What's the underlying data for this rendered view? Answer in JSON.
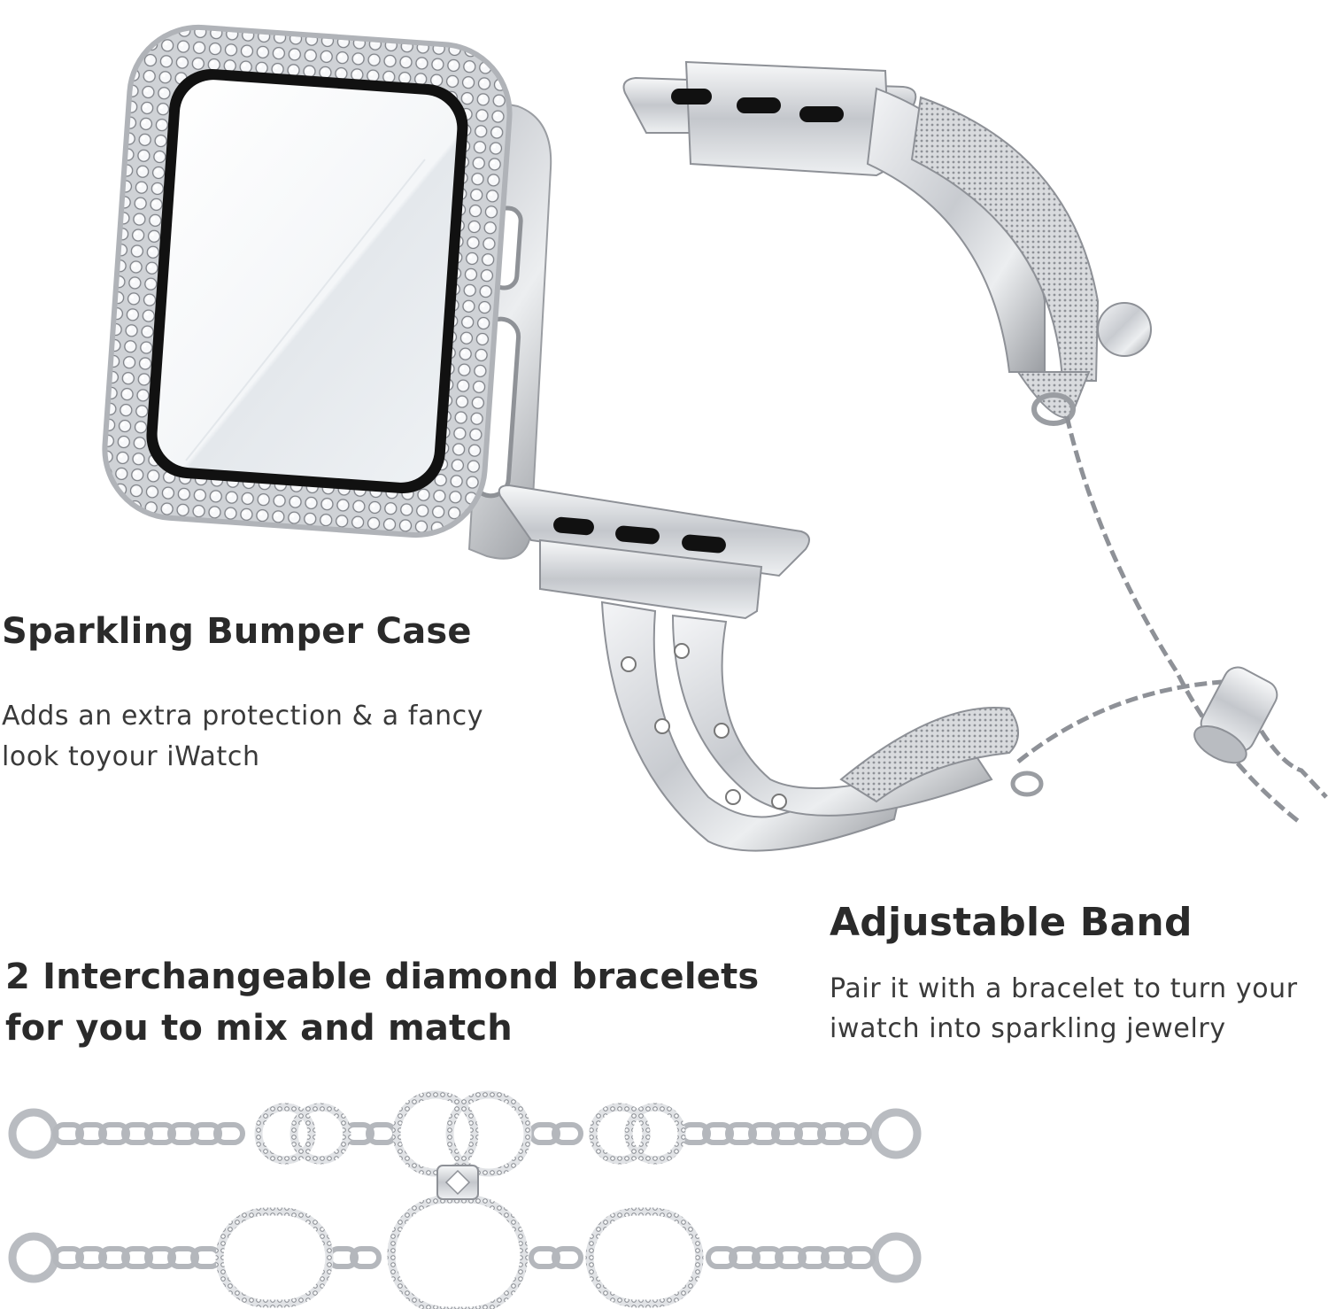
{
  "sections": {
    "bumper_case": {
      "title": "Sparkling Bumper Case",
      "description": "Adds an extra protection & a fancy look toyour iWatch"
    },
    "adjustable_band": {
      "title": "Adjustable Band",
      "description": "Pair it with a bracelet to turn your iwatch into sparkling jewelry"
    },
    "bracelets": {
      "title_line1": "2 Interchangeable diamond bracelets",
      "title_line2": "for you to mix and match"
    }
  },
  "colors": {
    "heading": "#2a2a2a",
    "body_text": "#3a3a3a",
    "silver": "#d5d7da",
    "silver_dark": "#9a9da2",
    "background": "#ffffff"
  },
  "icons": [
    "bumper-case-image",
    "watch-band-image",
    "circle-link-bracelet-image",
    "oval-link-bracelet-image"
  ]
}
